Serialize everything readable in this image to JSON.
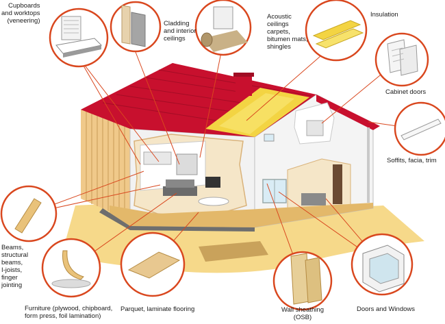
{
  "labels": {
    "cupboards": "Cupboards\nand worktops\n(veneering)",
    "cladding": "Cladding\nand interior\nceilings",
    "acoustic": "Acoustic\nceilings\ncarpets,\nbitumen mats,\nshingles",
    "insulation": "Insulation",
    "cabinet_doors": "Cabinet doors",
    "soffits": "Soffits, facia, trim",
    "beams": "Beams,\nstructural\nbeams,\nI-joists,\nfinger\njointing",
    "furniture": "Furniture (plywood, chipboard,\nform press, foil lamination)",
    "parquet": "Parquet, laminate flooring",
    "wall_sheathing": "Wall sheathing\n(OSB)",
    "doors_windows": "Doors and Windows"
  },
  "icons": [
    "cupboard-icon",
    "cladding-panel-icon",
    "acoustic-roll-icon",
    "insulation-board-icon",
    "cabinet-door-icon",
    "trim-board-icon",
    "beam-icon",
    "bentwood-chair-icon",
    "laminate-plank-icon",
    "osb-sheet-icon",
    "window-frame-icon",
    "house-cutaway-illustration"
  ],
  "colors": {
    "callout_ring": "#d9471e",
    "leader_line": "#d9471e",
    "roof": "#c8102e",
    "wood": "#e9c27a",
    "ground": "#f6d98a",
    "wall": "#f2f2f2"
  }
}
